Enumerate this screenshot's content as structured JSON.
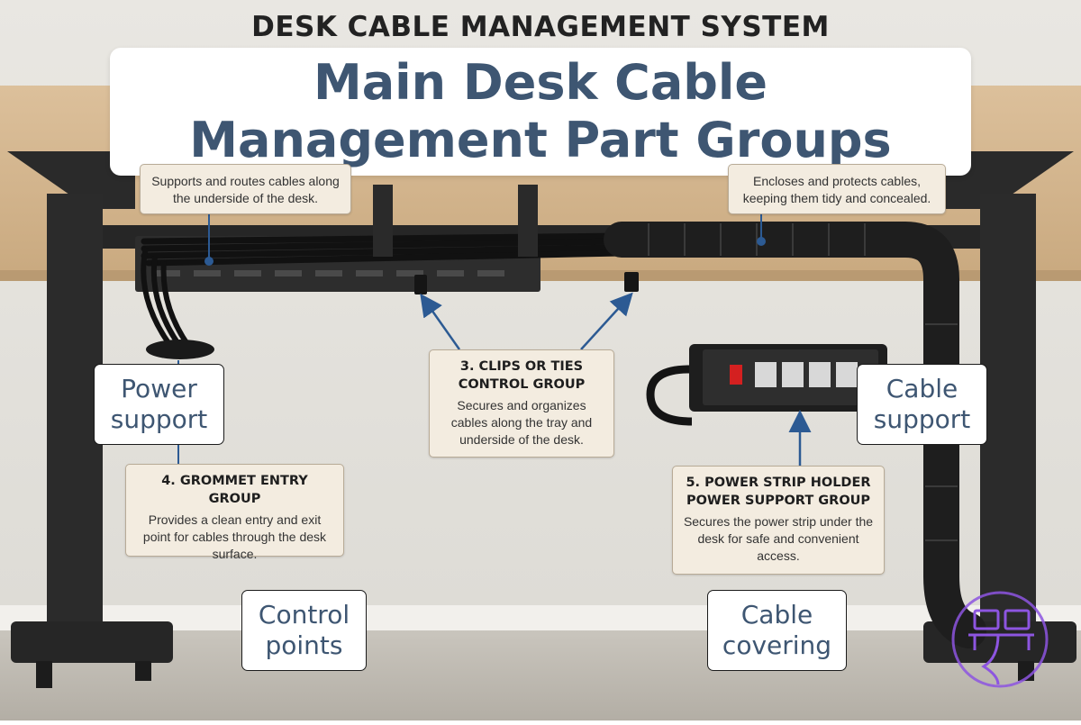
{
  "heading": "DESK CABLE MANAGEMENT SYSTEM",
  "title": "Main Desk Cable Management Part Groups",
  "callouts": {
    "tray_desc": "Supports and routes cables along the underside of the desk.",
    "sleeve_desc": "Encloses and protects cables, keeping them tidy and concealed.",
    "clips": {
      "title": "3. CLIPS OR TIES CONTROL GROUP",
      "desc": "Secures and organizes cables along the tray and underside of the desk."
    },
    "grommet": {
      "title": "4. GROMMET ENTRY GROUP",
      "desc": "Provides a clean entry and exit point for cables through the desk surface."
    },
    "power_strip": {
      "title": "5. POWER STRIP HOLDER POWER SUPPORT GROUP",
      "desc": "Secures the power strip under the desk for safe and convenient access."
    }
  },
  "labels": {
    "power_support": "Power support",
    "cable_support": "Cable support",
    "control_points": "Control points",
    "cable_covering": "Cable covering"
  },
  "colors": {
    "title_text": "#3e5672",
    "callout_bg": "#f3ece0",
    "desk_top": "#d2b48f",
    "arrow": "#2c5a93",
    "watermark": "#8d55e0"
  }
}
